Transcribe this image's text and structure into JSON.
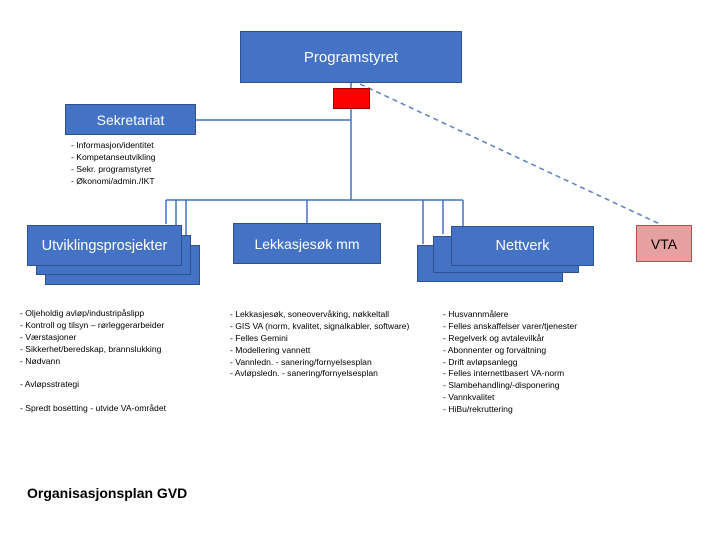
{
  "nodes": {
    "programstyret": "Programstyret",
    "sekretariat": "Sekretariat",
    "utvikling": "Utviklingsprosjekter",
    "lekkasje": "Lekkasjesøk mm",
    "nettverk": "Nettverk",
    "vta": "VTA"
  },
  "notes": {
    "sekretariat": [
      "- Informasjon/identitet",
      "- Kompetanseutvikling",
      "- Sekr. programstyret",
      "- Økonomi/admin./IKT"
    ],
    "utvikling": [
      "- Oljeholdig avløp/industripåslipp",
      "- Kontroll og tilsyn – rørleggerarbeider",
      "- Værstasjoner",
      "- Sikkerhet/beredskap, brannslukking",
      "- Nødvann",
      "",
      "- Avløpsstrategi",
      "",
      "- Spredt bosetting -  utvide VA-området"
    ],
    "lekkasje": [
      "- Lekkasjesøk, soneovervåking, nøkkeltall",
      "- GIS VA (norm, kvalitet, signalkabler, software)",
      "- Felles Gemini",
      "- Modellering vannett",
      "- Vannledn. - sanering/fornyelsesplan",
      "- Avløpsledn. - sanering/fornyelsesplan"
    ],
    "nettverk": [
      "- Husvannmålere",
      "- Felles anskaffelser varer/tjenester",
      "- Regelverk og avtalevilkår",
      "- Abonnenter og forvaltning",
      "- Drift avløpsanlegg",
      "- Felles internettbasert VA-norm",
      "- Slambehandling/-disponering",
      "- Vannkvalitet",
      "- HiBu/rekruttering"
    ]
  },
  "title": "Organisasjonsplan GVD",
  "colors": {
    "box_fill": "#4472c4",
    "box_border": "#2f528f",
    "connector": "#4472c4",
    "marker": "#ff0000",
    "vta_fill": "#e6a0a0",
    "vta_border": "#b05050",
    "dashed": "#5b7fbf"
  }
}
